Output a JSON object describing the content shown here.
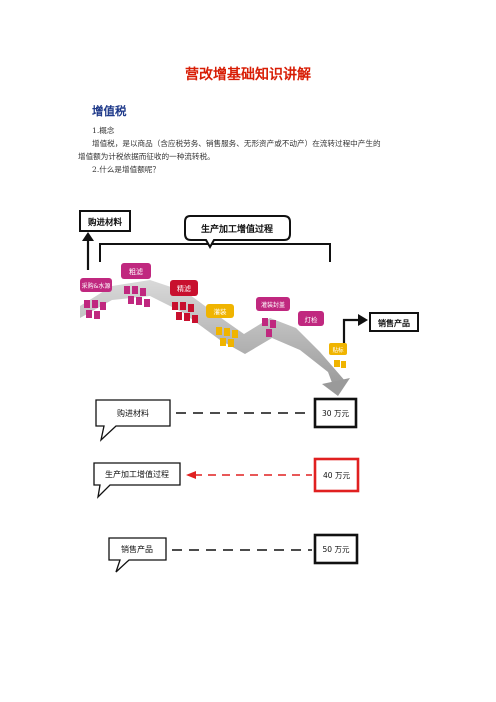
{
  "document": {
    "title": "营改增基础知识讲解",
    "section_heading": "增值税",
    "paragraph_1": "1.概念",
    "paragraph_2_line1": "增值税，是以商品（含应税劳务、销售服务、无形资产或不动产）在流转过程中产生的",
    "paragraph_2_line2": "增值额为计税依据而征收的一种流转税。",
    "paragraph_3": "2.什么是增值额呢？"
  },
  "process_diagram": {
    "purchase_label": "购进材料",
    "process_label": "生产加工增值过程",
    "sales_label": "销售产品",
    "stages": [
      "采购&水源",
      "粗滤",
      "精滤",
      "灌装",
      "灌装封盖",
      "灯检",
      "贴标"
    ]
  },
  "value_rows": [
    {
      "label": "购进材料",
      "value": "30 万元"
    },
    {
      "label": "生产加工增值过程",
      "value": "40 万元"
    },
    {
      "label": "销售产品",
      "value": "50 万元"
    }
  ],
  "colors": {
    "title": "#d81e06",
    "heading": "#1f3a8a",
    "magenta": "#c0287f",
    "crimson": "#c8102e",
    "yellow": "#f0b400",
    "highlight_red": "#e02020"
  }
}
